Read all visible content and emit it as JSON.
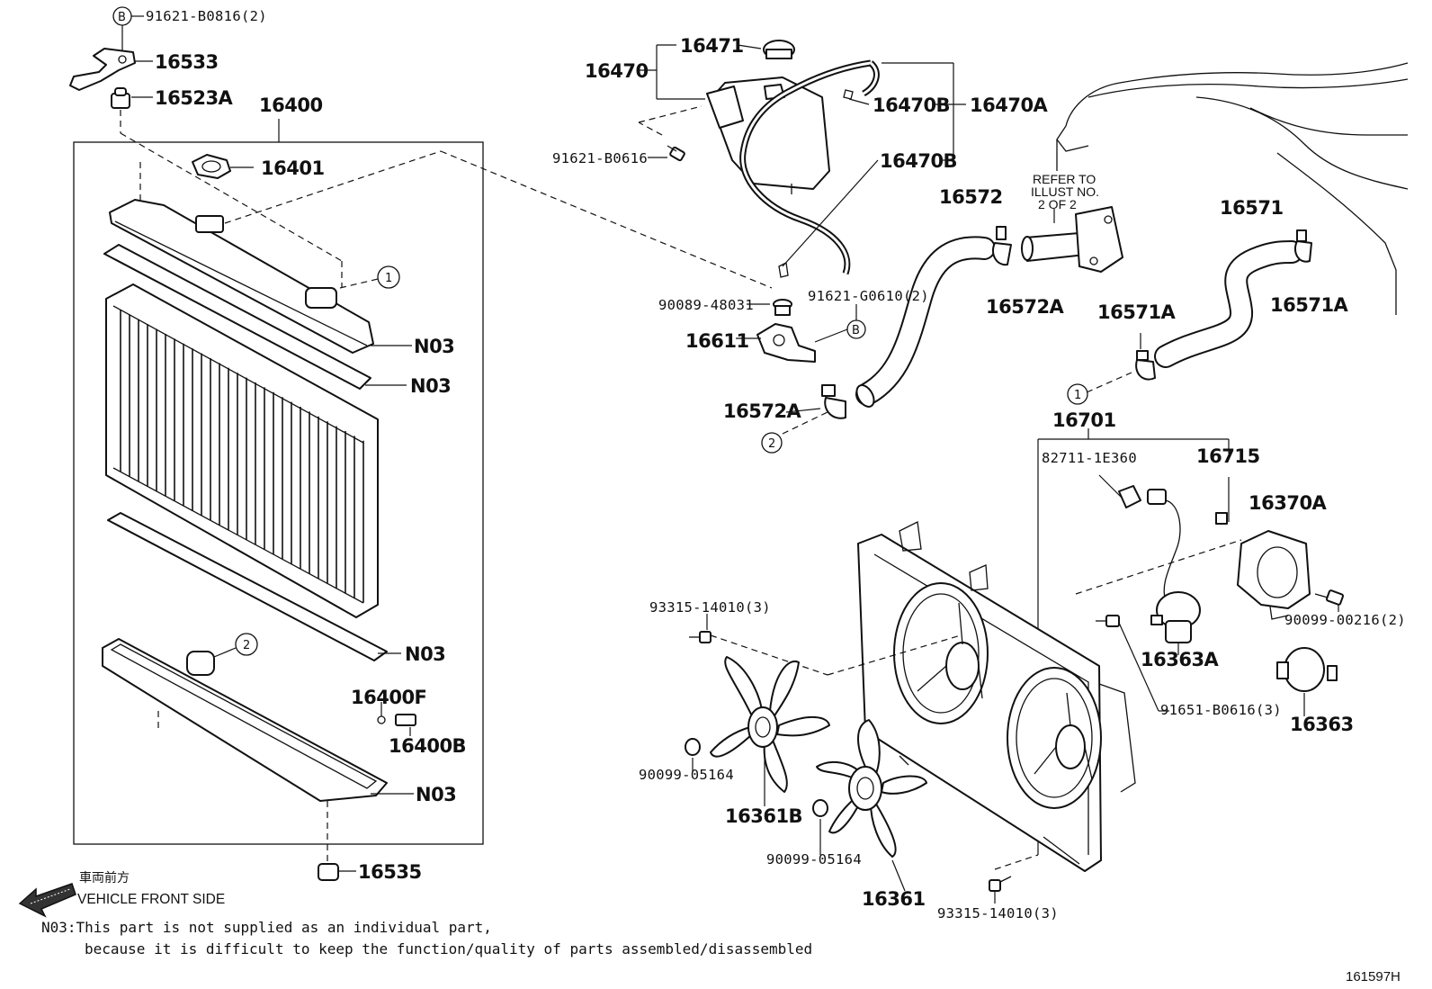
{
  "labels": {
    "p16400": "16400",
    "p91621_b0816": "91621-B0816(2)",
    "p16533": "16533",
    "p16523a": "16523A",
    "p16401": "16401",
    "p16470": "16470",
    "p16471": "16471",
    "p16470b_top": "16470B",
    "p16470a": "16470A",
    "p16470b_mid": "16470B",
    "p91621_b0616": "91621-B0616",
    "refer_line1": "REFER TO",
    "refer_line2": "ILLUST NO.",
    "refer_line3": "2 OF 2",
    "p16572": "16572",
    "p16571": "16571",
    "p16572a_right": "16572A",
    "p16571a_right": "16571A",
    "p16571a_mid": "16571A",
    "p90089_48031": "90089-48031",
    "p91621_g0610": "91621-G0610(2)",
    "p16611": "16611",
    "p16572a_left": "16572A",
    "p16701": "16701",
    "p82711_1e360": "82711-1E360",
    "p16715": "16715",
    "p16370a": "16370A",
    "p93315_top": "93315-14010(3)",
    "p90099_00216": "90099-00216(2)",
    "p16363a": "16363A",
    "p91651_b0616": "91651-B0616(3)",
    "p16363": "16363",
    "p90099_05164_left": "90099-05164",
    "p16361b": "16361B",
    "p90099_05164_mid": "90099-05164",
    "p16361": "16361",
    "p93315_bottom": "93315-14010(3)",
    "n03_1": "N03",
    "n03_2": "N03",
    "n03_3": "N03",
    "n03_4": "N03",
    "p16400f": "16400F",
    "p16400b": "16400B",
    "p16535": "16535"
  },
  "callouts": {
    "b_top": "B",
    "b_mid": "B",
    "ref1_radiator": "1",
    "ref2_radiator": "2",
    "ref1_hose": "1",
    "ref2_hose": "2"
  },
  "front_side": {
    "jp": "車両前方",
    "en": "VEHICLE FRONT SIDE"
  },
  "note": {
    "line1": "N03:This part is not supplied as an individual part,",
    "line2": "because it is difficult to keep the function/quality of parts assembled/disassembled"
  },
  "figure_id": "161597H"
}
